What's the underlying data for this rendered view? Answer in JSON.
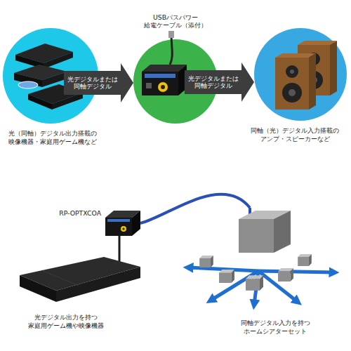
{
  "diagram": {
    "nodes": [
      {
        "text": [
          "光（同軸）デジタル出力搭載の 映像機器・家庭用ゲーム機など"
        ]
      },
      {
        "text": [
          "USBバスパワー 給電ケーブル（添付）"
        ]
      },
      {
        "text": [
          "同軸（光）デジタル入力搭載の アンプ・スピーカーなど"
        ]
      },
      {
        "text": [
          "光デジタル出力を持つ 家庭用ゲーム機や映像機器"
        ]
      },
      {
        "text": [
          "RP-OPTXCOA"
        ]
      },
      {
        "text": [
          "同軸デジタル入力を持つ ホームシアターセット"
        ]
      }
    ],
    "edges": [
      {
        "from": 0,
        "to": 1,
        "arrow": "to",
        "label": "光デジタルまたは 同軸デジタル"
      },
      {
        "from": 1,
        "to": 2,
        "arrow": "to",
        "label": "光デジタルまたは 同軸デジタル"
      },
      {
        "from": 3,
        "to": 4,
        "arrow": "none"
      },
      {
        "from": 4,
        "to": 5,
        "arrow": "none"
      }
    ]
  }
}
